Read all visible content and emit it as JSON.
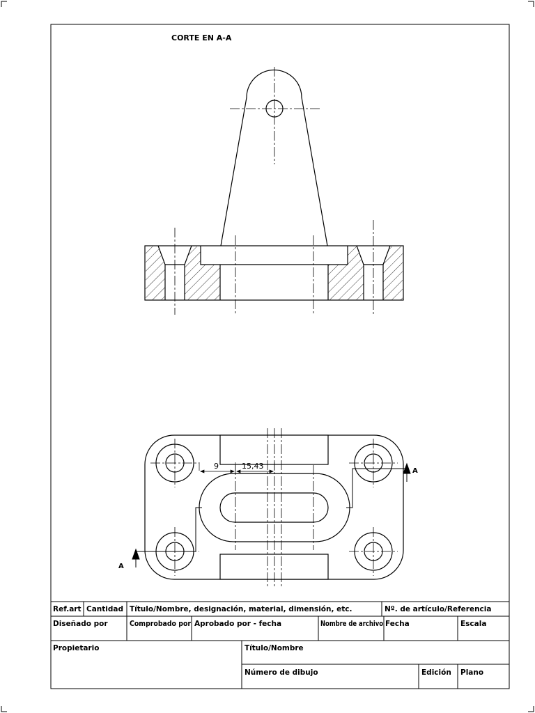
{
  "drawing": {
    "section_title": "CORTE EN A-A",
    "section_marker_right": "A",
    "section_marker_left": "A",
    "dimension_slot_offset": "9",
    "dimension_slot_width": "15,43"
  },
  "title_block": {
    "ref_art": "Ref.art",
    "cantidad": "Cantidad",
    "titulo_designacion": "Título/Nombre, designación, material, dimensión, etc.",
    "num_articulo": "Nº. de artículo/Referencia",
    "disenado_por": "Diseñado por",
    "comprobado_por": "Comprobado por",
    "aprobado_por": "Aprobado por - fecha",
    "nombre_archivo": "Nombre de archivo",
    "fecha": "Fecha",
    "escala": "Escala",
    "propietario": "Propietario",
    "titulo_nombre": "Título/Nombre",
    "numero_dibujo": "Número de dibujo",
    "edicion": "Edición",
    "plano": "Plano"
  }
}
